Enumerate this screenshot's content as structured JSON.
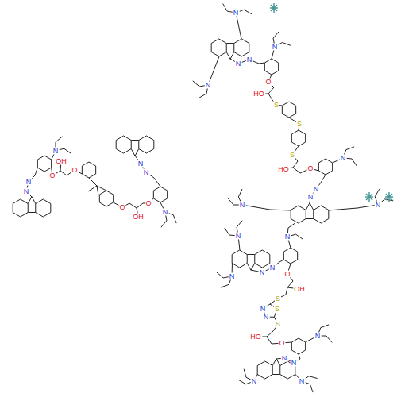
{
  "diagram": {
    "labels": [
      "N",
      "N",
      "N",
      "O",
      "OH",
      "O",
      "O",
      "OH",
      "O",
      "N",
      "N",
      "N",
      "N",
      "N",
      "N",
      "N",
      "N",
      "O",
      "HO",
      "S",
      "S",
      "S",
      "HO",
      "O",
      "N",
      "N",
      "N",
      "N",
      "N",
      "N",
      "N",
      "N",
      "N",
      "N",
      "O",
      "OH",
      "S",
      "N",
      "N",
      "S",
      "S",
      "HO",
      "O",
      "N",
      "N",
      "N",
      "N",
      "N"
    ]
  }
}
